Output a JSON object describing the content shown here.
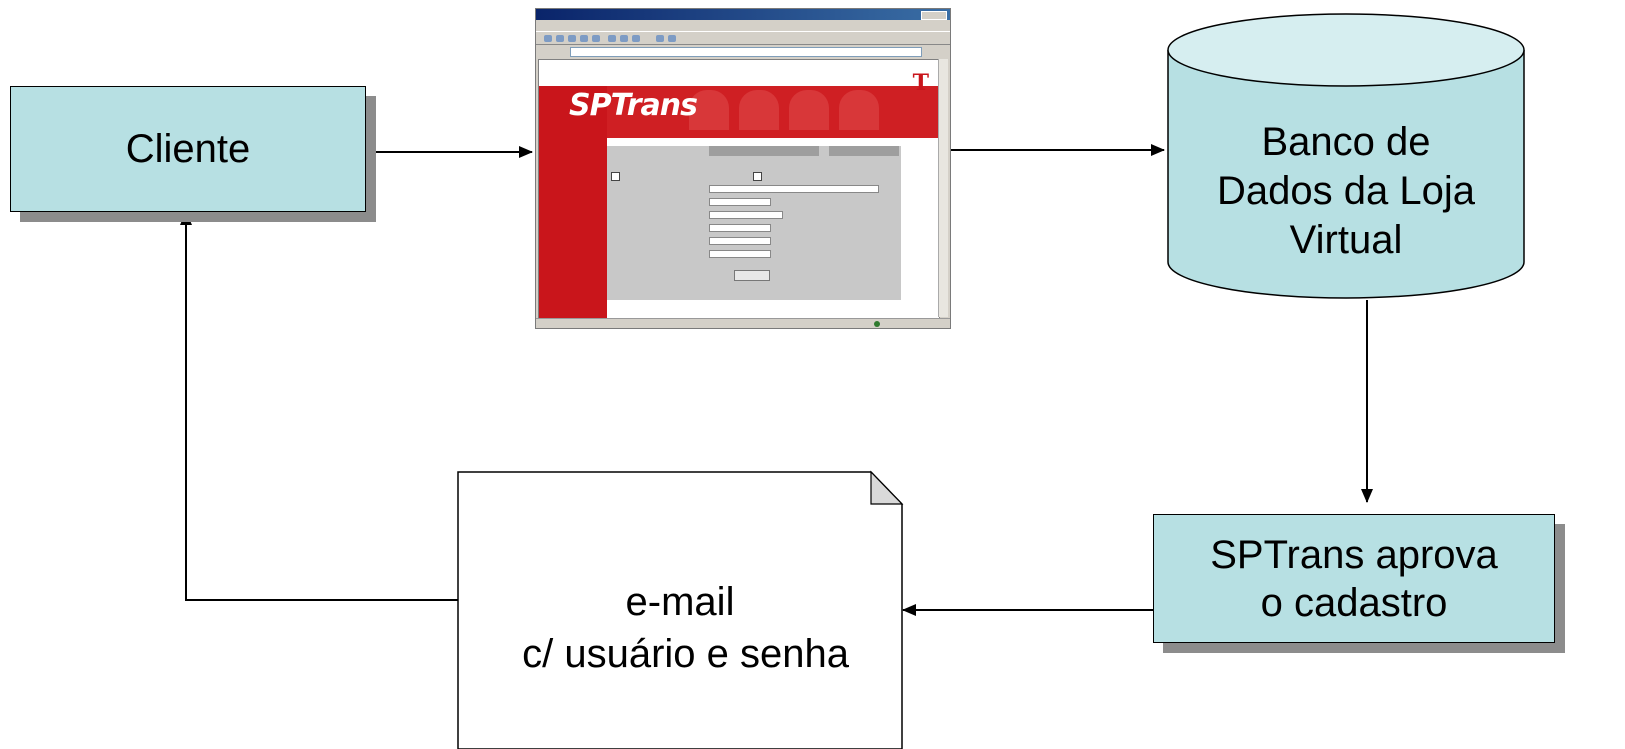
{
  "nodes": {
    "cliente": "Cliente",
    "database": [
      "Banco de",
      "Dados da Loja",
      "Virtual"
    ],
    "approval": [
      "SPTrans aprova",
      "o cadastro"
    ],
    "email": [
      "e-mail",
      " c/ usuário e senha"
    ]
  },
  "colors": {
    "box_fill": "#b7e0e3",
    "db_fill": "#b7e0e3",
    "shadow": "#8c8c8c",
    "line": "#000000",
    "sptrans_red": "#c9151b"
  },
  "screenshot": {
    "logo": "SPTrans"
  },
  "icons": [
    "arrow-right-icon",
    "arrow-down-icon",
    "arrow-up-icon",
    "arrow-left-icon",
    "sptrans-logo-icon"
  ]
}
